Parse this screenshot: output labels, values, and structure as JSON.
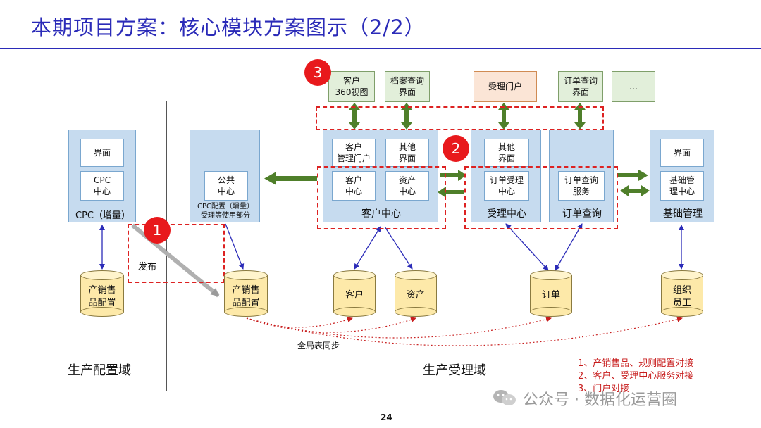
{
  "title": "本期项目方案：核心模块方案图示（2/2）",
  "domains": {
    "left": "生产配置域",
    "right": "生产受理域"
  },
  "top_portals": {
    "customer_360": "客户\n360视图",
    "archive_query": "档案查询\n界面",
    "acceptance_portal": "受理门户",
    "order_query_ui": "订单查询\n界面",
    "more": "…"
  },
  "modules": {
    "cpc": {
      "label": "CPC（增量）",
      "ui": "界面",
      "center": "CPC\n中心"
    },
    "common": {
      "center": "公共\n中心",
      "label": "CPC配置（增量）\n受理等使用部分"
    },
    "customer": {
      "label": "客户中心",
      "portal": "客户\n管理门户",
      "other_ui": "其他\n界面",
      "cust_center": "客户\n中心",
      "asset_center": "资产\n中心"
    },
    "acceptance": {
      "label": "受理中心",
      "other_ui": "其他\n界面",
      "order_center": "订单受理\n中心"
    },
    "order_query": {
      "label": "订单查询",
      "service": "订单查询\n服务"
    },
    "basic": {
      "label": "基础管理",
      "ui": "界面",
      "center": "基础管\n理中心"
    }
  },
  "databases": {
    "product_config_left": "产销售\n品配置",
    "product_config_right": "产销售\n品配置",
    "customer": "客户",
    "asset": "资产",
    "order": "订单",
    "org_staff": "组织\n员工"
  },
  "badges": [
    "1",
    "2",
    "3"
  ],
  "labels": {
    "publish": "发布",
    "global_sync": "全局表同步"
  },
  "notes": [
    "1、产销售品、规则配置对接",
    "2、客户、受理中心服务对接",
    "3、门户对接"
  ],
  "watermark": "公众号 · 数据化运营圈",
  "page_number": "24",
  "colors": {
    "title": "#2b2bb8",
    "module_bg": "#c6dbef",
    "green_arrow": "#4f7f2a",
    "blue_line": "#2b2bb8",
    "red": "#e8191c",
    "db_fill": "#fde9a9"
  }
}
